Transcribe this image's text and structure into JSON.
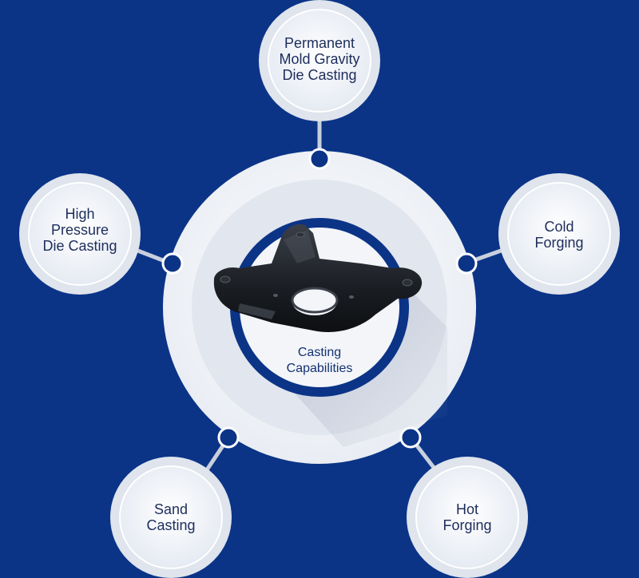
{
  "center": {
    "label": "Casting\nCapabilities",
    "image": "black-metal-bracket-casting"
  },
  "nodes": [
    {
      "id": "permanent-mold",
      "label": "Permanent\nMold Gravity\nDie Casting"
    },
    {
      "id": "cold-forging",
      "label": "Cold\nForging"
    },
    {
      "id": "hot-forging",
      "label": "Hot\nForging"
    },
    {
      "id": "sand-casting",
      "label": "Sand\nCasting"
    },
    {
      "id": "high-pressure",
      "label": "High\nPressure\nDie Casting"
    }
  ],
  "colors": {
    "background": "#0b3487",
    "ring": "#eef1f6",
    "node_fill": "#f4f6fa",
    "text": "#1d2d5c",
    "dot": "#0b3487",
    "connector": "#c9d0dd"
  }
}
